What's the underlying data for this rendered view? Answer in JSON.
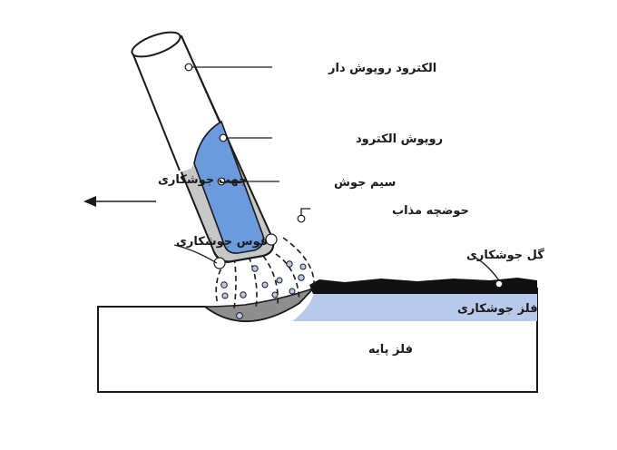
{
  "labels": {
    "coated_electrode": "الکترود  روپوش دار",
    "electrode_coating": "روپوش الکترود",
    "welding_wire": "سیم جوش",
    "molten_pool": "حوضچه مذاب",
    "welding_direction": "جهت جوشکاری",
    "welding_arc": "قوس جوشکاری",
    "slag": "گل جوشکاری",
    "weld_metal": "فلز جوشکاری",
    "base_metal": "فلز پایه"
  },
  "colors": {
    "wire_blue": "#6b9bdc",
    "weld_metal_fill": "#b8c9ea",
    "slag_black": "#111111",
    "pool_gray": "#8e8e8e",
    "coating_gray": "#c7c7c7"
  }
}
